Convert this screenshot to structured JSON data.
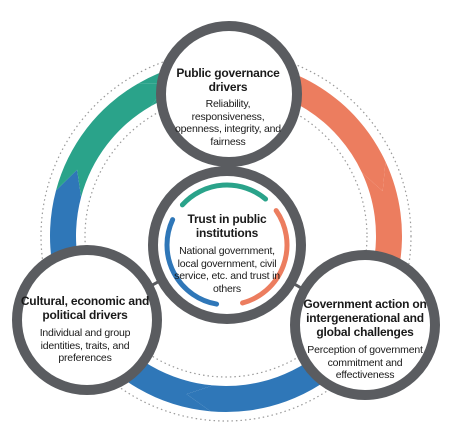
{
  "colors": {
    "teal": "#2aa38a",
    "blue": "#2f77b8",
    "orange": "#ec7d5f",
    "node_border": "#5a5c60",
    "node_fill": "#ffffff",
    "dotted": "#9a9a9a"
  },
  "nodes": {
    "top": {
      "title": "Public governance drivers",
      "desc": "Reliability, responsiveness, openness, integrity, and fairness"
    },
    "center": {
      "title": "Trust in public institutions",
      "desc": "National government, local government, civil service, etc. and trust in others"
    },
    "left": {
      "title": "Cultural, economic and political drivers",
      "desc": "Individual and group identities, traits, and preferences"
    },
    "right": {
      "title": "Government action on intergenerational and global challenges",
      "desc": "Perception of government commitment and effectiveness"
    }
  }
}
